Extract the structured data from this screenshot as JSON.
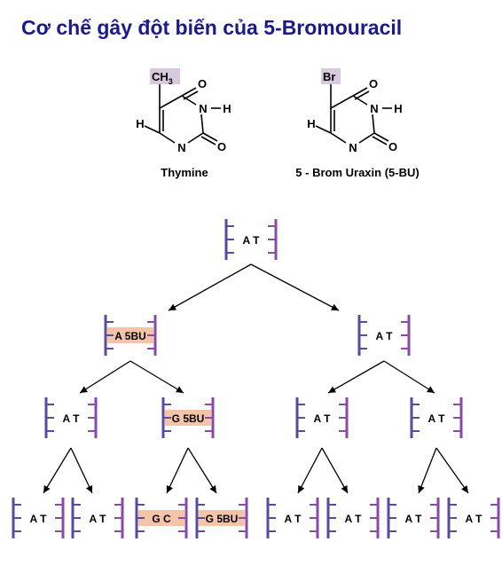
{
  "title": "Cơ chế gây đột biến của 5-Bromouracil",
  "colors": {
    "title": "#1a1a8c",
    "highlight_box": "#d8c8e0",
    "dna_blue": "#5a4aa0",
    "dna_purple": "#8a4aa8",
    "pair_highlight": "#f4c4a8",
    "line": "#000000"
  },
  "molecules": {
    "thymine": {
      "name": "Thymine",
      "substituent_main": "CH",
      "substituent_sub": "3",
      "atoms": {
        "O_top": "O",
        "O_bottom": "O",
        "N_right": "N",
        "N_bottom": "N",
        "H_left": "H",
        "H_right": "H"
      }
    },
    "bromouracil": {
      "name": "5 - Brom Uraxin (5-BU)",
      "substituent_main": "Br",
      "substituent_sub": "",
      "atoms": {
        "O_top": "O",
        "O_bottom": "O",
        "N_right": "N",
        "N_bottom": "N",
        "H_left": "H",
        "H_right": "H"
      }
    }
  },
  "tree": {
    "generation_1": [
      "A T"
    ],
    "generation_2": [
      "A 5BU",
      "A T"
    ],
    "generation_3": [
      "A T",
      "G 5BU",
      "A T",
      "A T"
    ],
    "generation_4": [
      "A T",
      "A T",
      "G C",
      "G 5BU",
      "A T",
      "A T",
      "A T",
      "A T"
    ]
  }
}
